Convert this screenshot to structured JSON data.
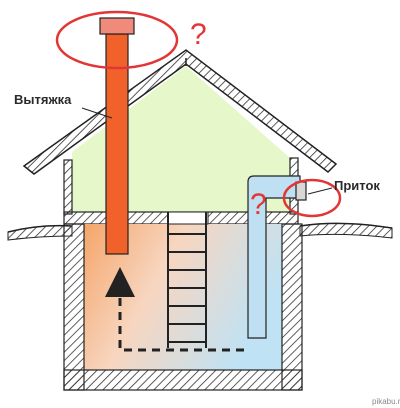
{
  "labels": {
    "exhaust": "Вытяжка",
    "supply": "Приток"
  },
  "annotations": {
    "question_top": "?",
    "question_supply": "?"
  },
  "watermark": "pikabu.ru",
  "colors": {
    "exhaust_pipe": "#f0622a",
    "exhaust_cap": "#f08a7a",
    "supply_pipe": "#bfe0f2",
    "upper_room": "#e6f7c9",
    "cellar_warm": "#f5a56a",
    "cellar_cool": "#bfe2f5",
    "highlight": "#e23636",
    "outline": "#222222"
  },
  "icons": {
    "airflow": "dashed-arrow-up"
  }
}
